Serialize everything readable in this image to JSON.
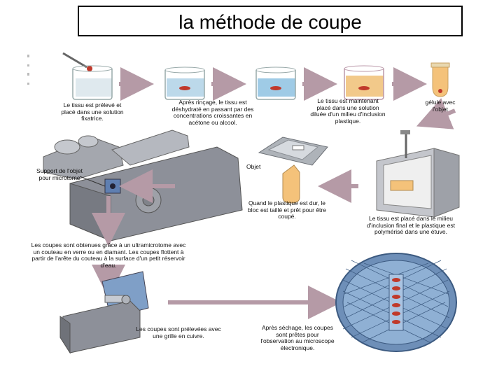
{
  "title": "la méthode de coupe",
  "captions": {
    "step1": "Le tissu est prélevé et placé dans une solution fixatrice.",
    "step2": "Après rinçage, le tissu est déshydraté en passant par des concentrations croissantes en acétone ou alcool.",
    "step3": "Le tissu est maintenant placé dans une solution diluée d'un milieu d'inclusion plastique.",
    "step4": "gélule avec l'objet",
    "step5": "Le tissu est placé dans le milieu d'inclusion final et le plastique est polymérisé dans une étuve.",
    "step6": "Quand le plastique est dur, le bloc est taillé et prêt pour être coupé.",
    "objet_label": "Objet",
    "support_label": "Support de l'objet pour microtome",
    "step7": "Les coupes sont obtenues grâce à un ultramicrotome avec un couteau en verre ou en diamant. Les coupes flottent à partir de l'arête du couteau à la surface d'un petit réservoir d'eau.",
    "step8": "Les coupes sont prélevées avec une grille en cuivre.",
    "step9": "Après séchage, les coupes sont prêtes pour l'observation au microscope électronique."
  },
  "colors": {
    "arrow": "#b59aa6",
    "fixative": "#dfe9ee",
    "blue": "#9fcbe6",
    "amber": "#f2c98a",
    "tissue": "#c0392b",
    "machine": "#8d9099",
    "grid": "#5b7fa8"
  }
}
